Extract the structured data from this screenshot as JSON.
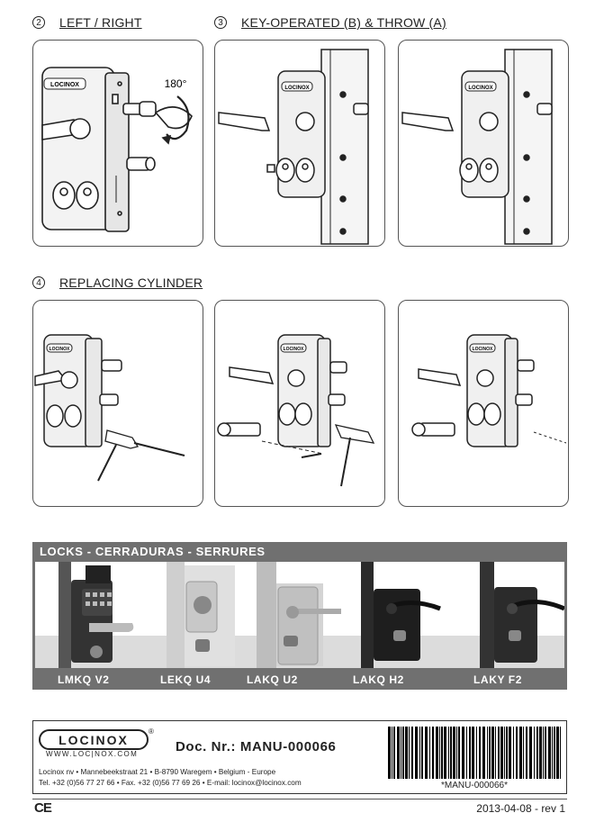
{
  "sections": {
    "s2": {
      "number": "2",
      "title": "LEFT / RIGHT"
    },
    "s3": {
      "number": "3",
      "title": "KEY-OPERATED (B) & THROW (A)"
    },
    "s4": {
      "number": "4",
      "title": "REPLACING CYLINDER"
    }
  },
  "panel1": {
    "logo": "LOCINOX",
    "angle": "180°"
  },
  "panel_logo": "LOCINOX",
  "locks": {
    "title": "LOCKS - CERRADURAS - SERRURES",
    "items": [
      "LMKQ V2",
      "LEKQ U4",
      "LAKQ U2",
      "LAKQ H2",
      "LAKY F2"
    ]
  },
  "footer": {
    "logo": "LOCINOX",
    "registered": "®",
    "website": "WWW.LOC|NOX.COM",
    "doc_nr": "Doc. Nr.: MANU-000066",
    "address": "Locinox nv • Mannebeekstraat 21 • B-8790 Waregem • Belgium - Europe",
    "contact": "Tel. +32 (0)56 77 27 66 • Fax. +32 (0)56 77 69 26 • E-mail: locinox@locinox.com",
    "barcode_text": "*MANU-000066*"
  },
  "ce_mark": "CE",
  "revision": "2013-04-08 - rev 1",
  "colors": {
    "bar": "#707070",
    "floor": "#dcdcdc",
    "line": "#333333"
  }
}
